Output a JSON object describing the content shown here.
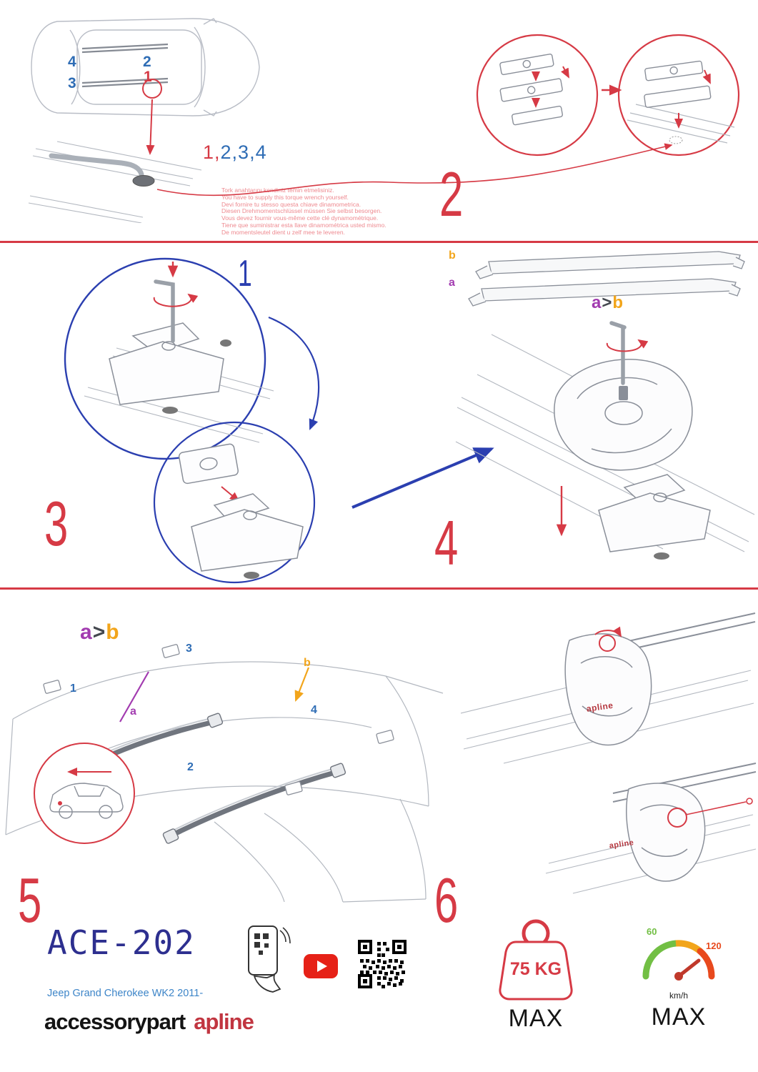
{
  "colors": {
    "red": "#d63a45",
    "blue": "#2f6db5",
    "deep_blue": "#2b3fb0",
    "purple": "#a23bb0",
    "orange": "#f2a51b",
    "navy": "#2d2f8f",
    "green": "#72bf44",
    "black": "#141414"
  },
  "steps": {
    "s1": "1",
    "s2": "2",
    "s3": "3",
    "s4": "4",
    "s5": "5",
    "s6": "6"
  },
  "top": {
    "car_positions": {
      "p4": "4",
      "p2": "2",
      "p3": "3",
      "p1": "1"
    },
    "sequence_red": "1,",
    "sequence_blue": "2,3,4",
    "torque_notes": [
      "Tork anahtarını kendiniz temin etmelisiniz.",
      "You have to supply this torque wrench yourself.",
      "Devi fornire tu stesso questa chiave dinamometrica.",
      "Diesen Drehmomentschlüssel müssen Sie selbst besorgen.",
      "Vous devez fournir vous-même cette clé dynamométrique.",
      "Tiene que suministrar esta llave dinamométrica usted mismo.",
      "De momentsleutel dient u zelf mee te leveren."
    ]
  },
  "middle": {
    "bar_b": "b",
    "bar_a": "a",
    "order": {
      "a": "a",
      "gt": ">",
      "b": "b"
    }
  },
  "bottom": {
    "order": {
      "a": "a",
      "gt": ">",
      "b": "b"
    },
    "roof_positions": {
      "p1": "1",
      "p2": "2",
      "p3": "3",
      "p4": "4",
      "a": "a",
      "b": "b"
    },
    "foot_brand": "apline"
  },
  "footer": {
    "product_code": "ACE-202",
    "vehicle": "Jeep Grand Cherokee WK2 2011-",
    "brand_left": "accessorypart",
    "brand_right": "apline",
    "weight_value": "75 KG",
    "weight_max": "MAX",
    "speed_low": "60",
    "speed_high": "120",
    "speed_unit": "km/h",
    "speed_max": "MAX"
  }
}
